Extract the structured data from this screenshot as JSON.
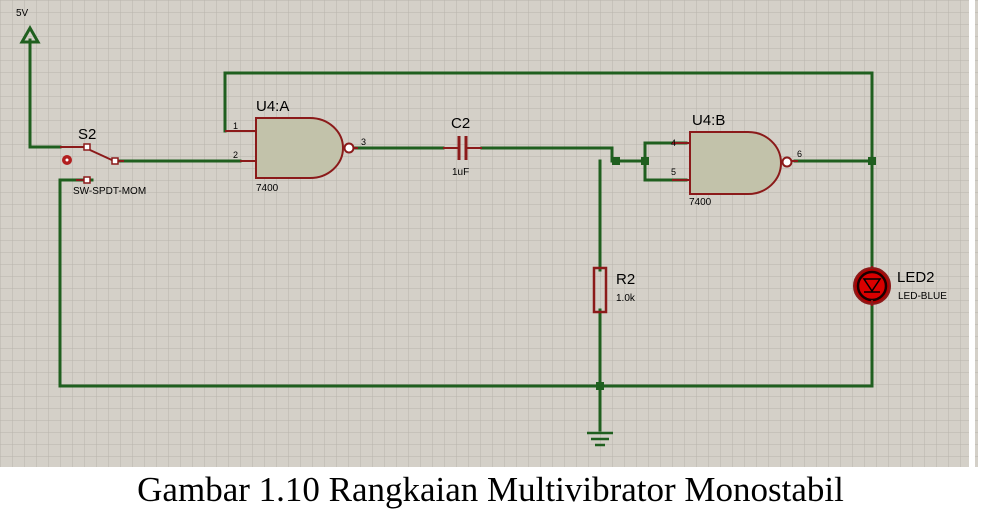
{
  "power": {
    "label": "5V"
  },
  "switch": {
    "ref": "S2",
    "part": "SW-SPDT-MOM"
  },
  "gate_a": {
    "ref": "U4:A",
    "part": "7400",
    "pin_in1": "1",
    "pin_in2": "2",
    "pin_out": "3"
  },
  "gate_b": {
    "ref": "U4:B",
    "part": "7400",
    "pin_in1": "4",
    "pin_in2": "5",
    "pin_out": "6"
  },
  "capacitor": {
    "ref": "C2",
    "value": "1uF"
  },
  "resistor": {
    "ref": "R2",
    "value": "1.0k"
  },
  "led": {
    "ref": "LED2",
    "part": "LED-BLUE"
  },
  "caption": "Gambar 1.10  Rangkaian Multivibrator Monostabil",
  "colors": {
    "background": "#d4d0c8",
    "grid": "#b8b4ac",
    "wire": "#1f5f1f",
    "component": "#8b1a1a",
    "body": "#c2c2aa"
  }
}
